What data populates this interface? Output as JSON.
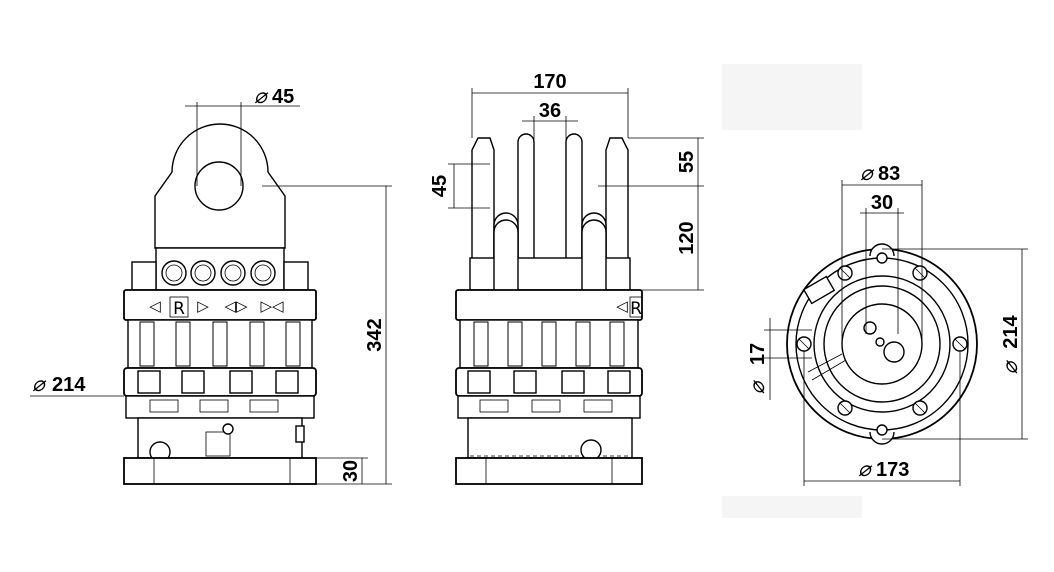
{
  "views": {
    "front": {
      "dims": {
        "eye_diameter": "45",
        "housing_diameter": "214",
        "total_height": "342",
        "base_height": "30"
      },
      "arrow_marks": [
        "◁",
        "▷",
        "◁▷",
        "▷◁"
      ],
      "logo_letter": "R"
    },
    "side": {
      "dims": {
        "total_width": "170",
        "slot_width": "36",
        "eye_height": "45",
        "top_offset": "55",
        "fork_height": "120"
      },
      "arrow_marks": [
        "◁"
      ],
      "logo_letter": "R"
    },
    "bottom": {
      "dims": {
        "shaft_diameter": "83",
        "inner_width": "30",
        "hole_diameter": "17",
        "outer_diameter": "214",
        "bolt_circle_diameter": "173"
      }
    }
  },
  "symbols": {
    "diameter": "⌀"
  },
  "colors": {
    "line": "#000000",
    "paper": "#ffffff",
    "shade": "#f4f4f4"
  }
}
